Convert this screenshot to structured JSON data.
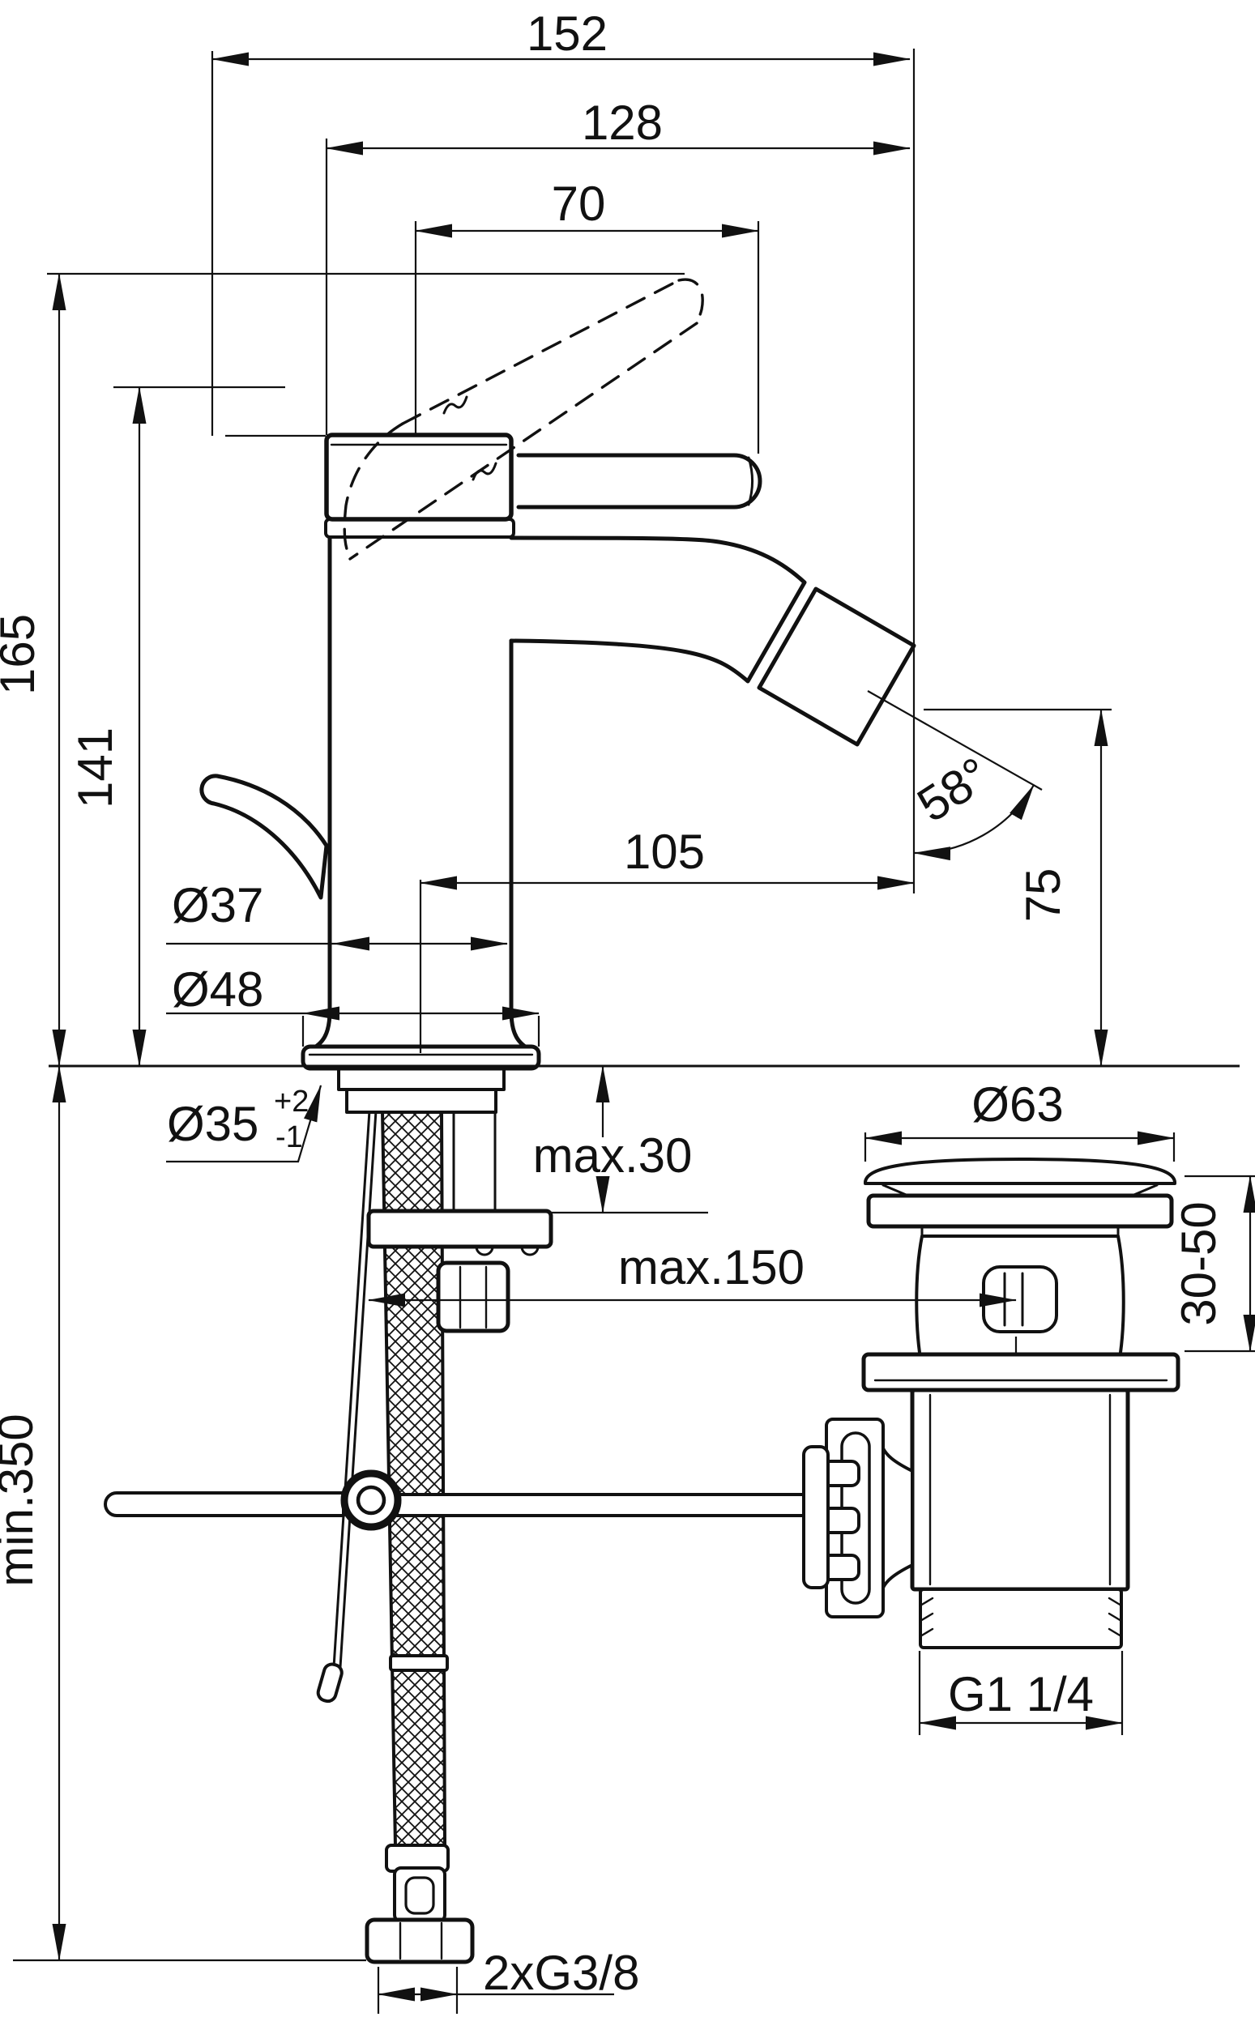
{
  "drawing": {
    "type": "technical-dimension-drawing",
    "subject": "single-lever bidet mixer with pop-up waste",
    "background": "#ffffff",
    "line_color": "#111111",
    "labels": {
      "d152": "152",
      "d128": "128",
      "d70": "70",
      "d165": "165",
      "d141": "141",
      "d105": "105",
      "a58": "58°",
      "d75": "75",
      "dia37": "Ø37",
      "dia48": "Ø48",
      "dia35": "Ø35",
      "dia35_plus": "+2",
      "dia35_minus": "-1",
      "max30": "max.30",
      "max150": "max.150",
      "dia63": "Ø63",
      "r30_50": "30-50",
      "min350": "min.350",
      "g1_14": "G1 1/4",
      "g3_8": "2xG3/8"
    }
  }
}
